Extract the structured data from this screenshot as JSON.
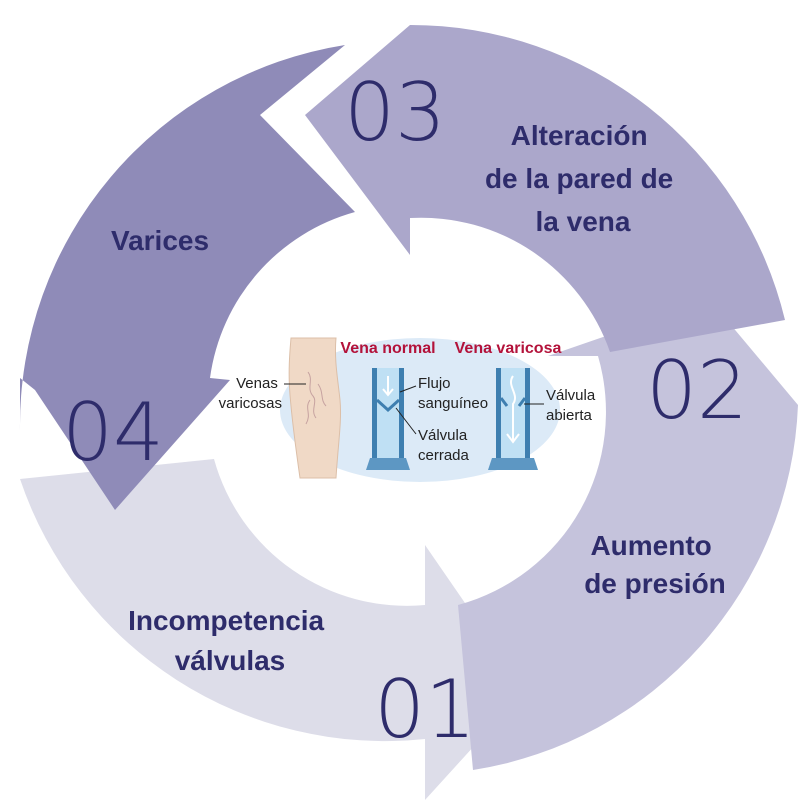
{
  "cycle": {
    "steps": [
      {
        "number": "01",
        "label_lines": [
          "Incompetencia",
          "válvulas"
        ]
      },
      {
        "number": "02",
        "label_lines": [
          "Aumento",
          "de presión"
        ]
      },
      {
        "number": "03",
        "label_lines": [
          "Alteración",
          "de la pared de",
          "la vena"
        ]
      },
      {
        "number": "04",
        "label_lines": [
          "Varices"
        ]
      }
    ],
    "colors": {
      "step_01": "#dddde9",
      "step_02": "#c5c3dc",
      "step_03": "#aba7cb",
      "step_04": "#8f8bb8",
      "text": "#2e2c6b"
    }
  },
  "illustration": {
    "title_normal": "Vena normal",
    "title_varicose": "Vena varicosa",
    "label_varicose_veins_lines": [
      "Venas",
      "varicosas"
    ],
    "label_blood_flow_lines": [
      "Flujo",
      "sanguíneo"
    ],
    "label_closed_valve_lines": [
      "Válvula",
      "cerrada"
    ],
    "label_open_valve_lines": [
      "Válvula",
      "abierta"
    ],
    "colors": {
      "title": "#b3123a",
      "blob": "#dceaf7",
      "skin": "#f0d9c6",
      "vein": "#3e7fb0",
      "vein_light": "#bfe0f4"
    }
  }
}
